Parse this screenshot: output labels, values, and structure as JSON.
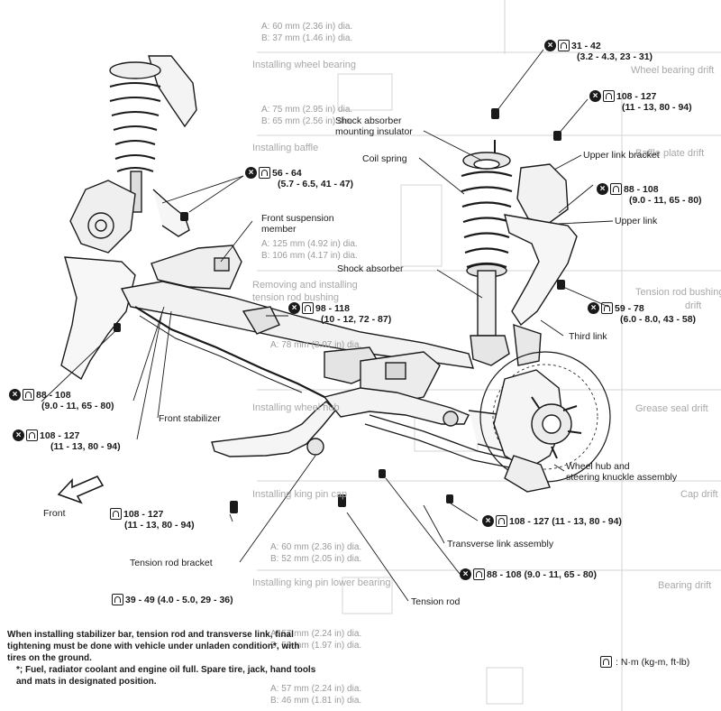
{
  "callouts": {
    "shock_insulator": [
      "Shock absorber",
      "mounting insulator"
    ],
    "coil_spring": "Coil spring",
    "upper_link_bracket": "Upper link bracket",
    "upper_link": "Upper link",
    "front_suspension_member": [
      "Front suspension",
      "member"
    ],
    "shock_absorber": "Shock absorber",
    "third_link": "Third link",
    "front_stabilizer": "Front stabilizer",
    "wheel_hub": [
      "Wheel hub and",
      "steering knuckle assembly"
    ],
    "transverse_link": "Transverse link assembly",
    "tension_rod_bracket": "Tension rod bracket",
    "tension_rod": "Tension rod",
    "front": "Front"
  },
  "torques": {
    "t1": [
      "31 - 42",
      "(3.2 - 4.3, 23 - 31)"
    ],
    "t2": [
      "108 - 127",
      "(11 - 13, 80 - 94)"
    ],
    "t3": [
      "88 - 108",
      "(9.0 - 11, 65 - 80)"
    ],
    "t4": [
      "56 - 64",
      "(5.7 - 6.5, 41 - 47)"
    ],
    "t5": [
      "98 - 118",
      "(10 - 12, 72 - 87)"
    ],
    "t6": [
      "59 - 78",
      "(6.0 - 8.0, 43 - 58)"
    ],
    "t7": "88 - 108",
    "t7b": "(9.0 - 11, 65 - 80)",
    "t8": [
      "108 - 127",
      "(11 - 13, 80 - 94)"
    ],
    "t9": [
      "108 - 127",
      "(11 - 13, 80 - 94)"
    ],
    "t10": "108 - 127 (11 - 13, 80 - 94)",
    "t11": "88 - 108 (9.0 - 11, 65 - 80)",
    "t12": "39 - 49 (4.0 - 5.0, 29 - 36)"
  },
  "note": {
    "line1": "When installing stabilizer bar, tension rod and transverse link, final tightening must be done with vehicle under unladen condition*, with tires on the ground.",
    "line2": "*;  Fuel, radiator coolant and engine oil full. Spare tire, jack, hand tools and mats in designated position."
  },
  "legend": ": N·m (kg-m, ft-lb)",
  "background": {
    "bg1": "A: 60 mm (2.36 in) dia.",
    "bg2": "B: 37 mm (1.46 in) dia.",
    "bg3": "Installing wheel bearing",
    "bg4": "A: 75 mm (2.95 in) dia.",
    "bg5": "B: 65 mm (2.56 in) dia.",
    "bg6": "Installing baffle",
    "bg7": "A: 125 mm (4.92 in) dia.",
    "bg8": "B: 106 mm (4.17 in) dia.",
    "bg9": "Removing and installing",
    "bg10": "tension rod bushing",
    "bg11": "A: 78 mm (3.07 in) dia.",
    "bg12": "Installing wheel hub",
    "bg13": "Installing king pin cap",
    "bg14": "A: 60 mm (2.36 in) dia.",
    "bg15": "B: 52 mm (2.05 in) dia.",
    "bg16": "Installing king pin lower bearing",
    "bg17": "A: 57 mm (2.24 in) dia.",
    "bg18": "B: 50 mm (1.97 in) dia.",
    "bg19": "A: 57 mm (2.24 in) dia.",
    "bg20": "B: 46 mm (1.81 in) dia.",
    "side1": "Wheel bearing drift",
    "side2": "Baffle plate drift",
    "side3": "Tension rod bushing",
    "side4": "drift",
    "side5": "Grease seal drift",
    "side6": "Cap drift",
    "side7": "Bearing drift"
  }
}
